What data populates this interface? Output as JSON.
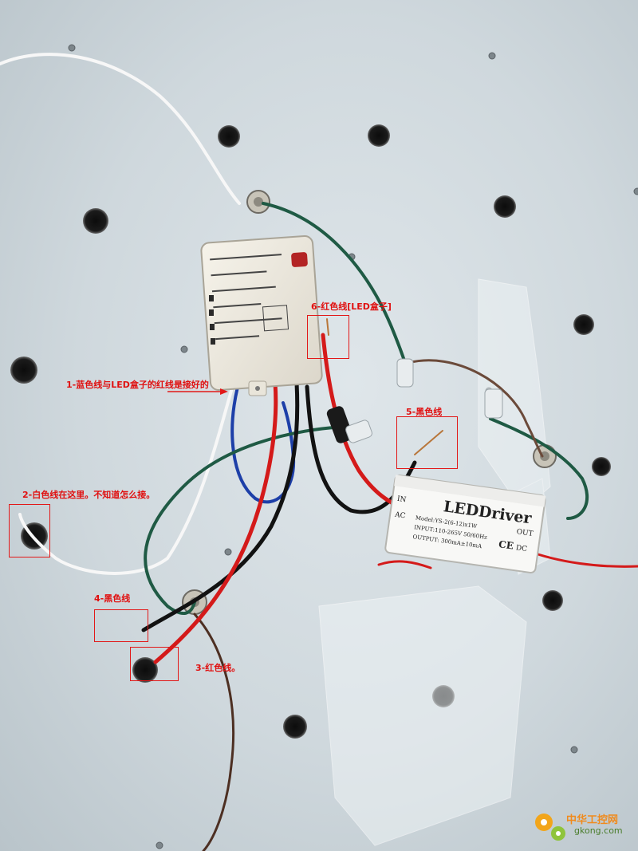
{
  "annotations": {
    "a1": "1-蓝色线与LED盒子的红线是接好的",
    "a2": "2-白色线在这里。不知道怎么接。",
    "a3": "3-红色线。",
    "a4": "4-黑色线",
    "a5": "5-黑色线",
    "a6": "6-红色线[LED盒子]"
  },
  "led_driver": {
    "title": "LEDDriver",
    "in": "IN",
    "ac": "AC",
    "out": "OUT",
    "dc": "DC",
    "model": "Model:YS-2(6-12)x1W",
    "input": "INPUT:110-265V 50/60Hz",
    "output": "OUTPUT: 300mA±10mA",
    "ce": "CE"
  },
  "watermark": {
    "name": "中华工控网",
    "url": "gkong.com"
  },
  "colors": {
    "annotation": "#e01010",
    "panel": "#d6dee2"
  }
}
